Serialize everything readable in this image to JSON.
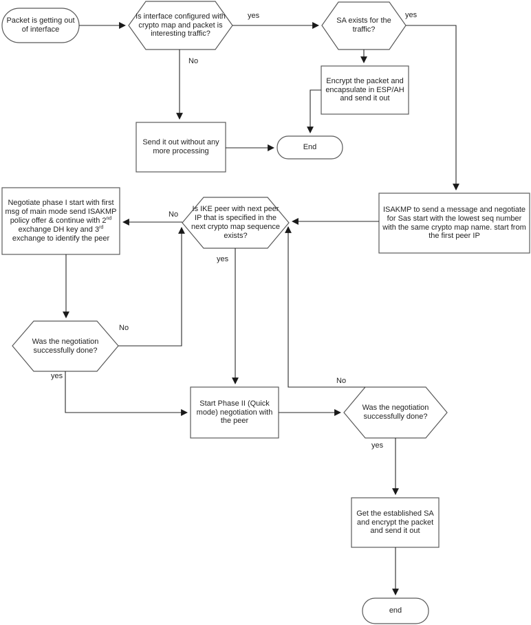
{
  "nodes": {
    "start": {
      "label": "Packet is getting out of interface"
    },
    "check_crypto_map": {
      "label": "Is interface configured with crypto map and packet is interesting traffic?"
    },
    "sa_exists": {
      "label": "SA exists for the traffic?"
    },
    "encrypt_esp": {
      "label": "Encrypt the packet and encapsulate in ESP/AH and send it out"
    },
    "send_plain": {
      "label": "Send it out without any more processing"
    },
    "end_top": {
      "label": "End"
    },
    "isakmp": {
      "label": "ISAKMP to send a message and negotiate for Sas start with the lowest seq number with the same crypto map name. start from the first peer IP"
    },
    "ike_peer": {
      "label": "Is IKE peer with next peer IP that is specified in the next crypto map sequence exists?"
    },
    "negotiate_phase1": {
      "parts": [
        "Negotiate phase I start with first msg of main mode send ISAKMP policy offer & continue with 2",
        "nd",
        " exchange DH key and 3",
        "rd",
        " exchange to identify the peer"
      ]
    },
    "phase1_done": {
      "label": "Was the negotiation successfully done?"
    },
    "phase2": {
      "label": "Start Phase II (Quick mode) negotiation with the peer"
    },
    "phase2_done": {
      "label": "Was the negotiation successfully done?"
    },
    "get_sa": {
      "label": "Get the established SA and encrypt the packet and send it out"
    },
    "end_bottom": {
      "label": "end"
    }
  },
  "edge_labels": {
    "crypto_yes": "yes",
    "sa_yes": "yes",
    "crypto_no": "No",
    "ike_no": "No",
    "ike_yes": "yes",
    "phase1_no": "No",
    "phase1_yes": "yes",
    "phase2_no": "No",
    "phase2_yes": "yes"
  },
  "colors": {
    "background": "#ffffff",
    "shape_fill": "#ffffff",
    "shape_stroke": "#595959",
    "connector": "#262626",
    "text": "#1f1f1f"
  }
}
